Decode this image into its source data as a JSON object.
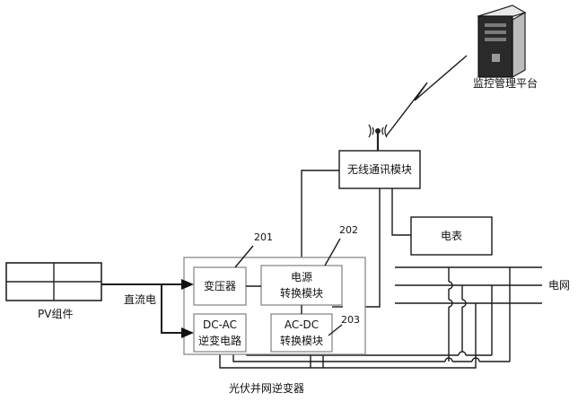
{
  "monitor_label": "监控管理平台",
  "wireless_module_label": "无线通讯模块",
  "meter_label": "电表",
  "grid_label": "电网",
  "pv_label": "PV组件",
  "dc_label": "直流电",
  "transformer_label": "变压器",
  "power_module_line1": "电源",
  "power_module_line2": "转换模块",
  "dcac_line1": "DC-AC",
  "dcac_line2": "逆变电路",
  "acdc_line1": "AC-DC",
  "acdc_line2": "转换模块",
  "inverter_label": "光伏并网逆变器",
  "ref_201": "201",
  "ref_202": "202",
  "ref_203": "203"
}
